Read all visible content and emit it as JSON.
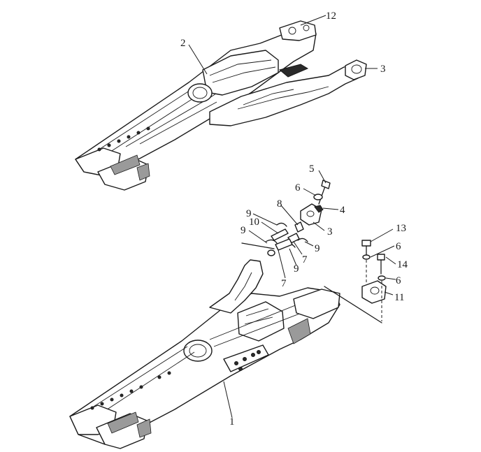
{
  "diagram": {
    "labels": {
      "l1": "1",
      "l2": "2",
      "l3a": "3",
      "l3b": "3",
      "l4": "4",
      "l5": "5",
      "l6a": "6",
      "l6b": "6",
      "l6c": "6",
      "l7a": "7",
      "l7b": "7",
      "l8": "8",
      "l9a": "9",
      "l9b": "9",
      "l9c": "9",
      "l9d": "9",
      "l10": "10",
      "l11": "11",
      "l12": "12",
      "l13": "13",
      "l14": "14"
    }
  }
}
